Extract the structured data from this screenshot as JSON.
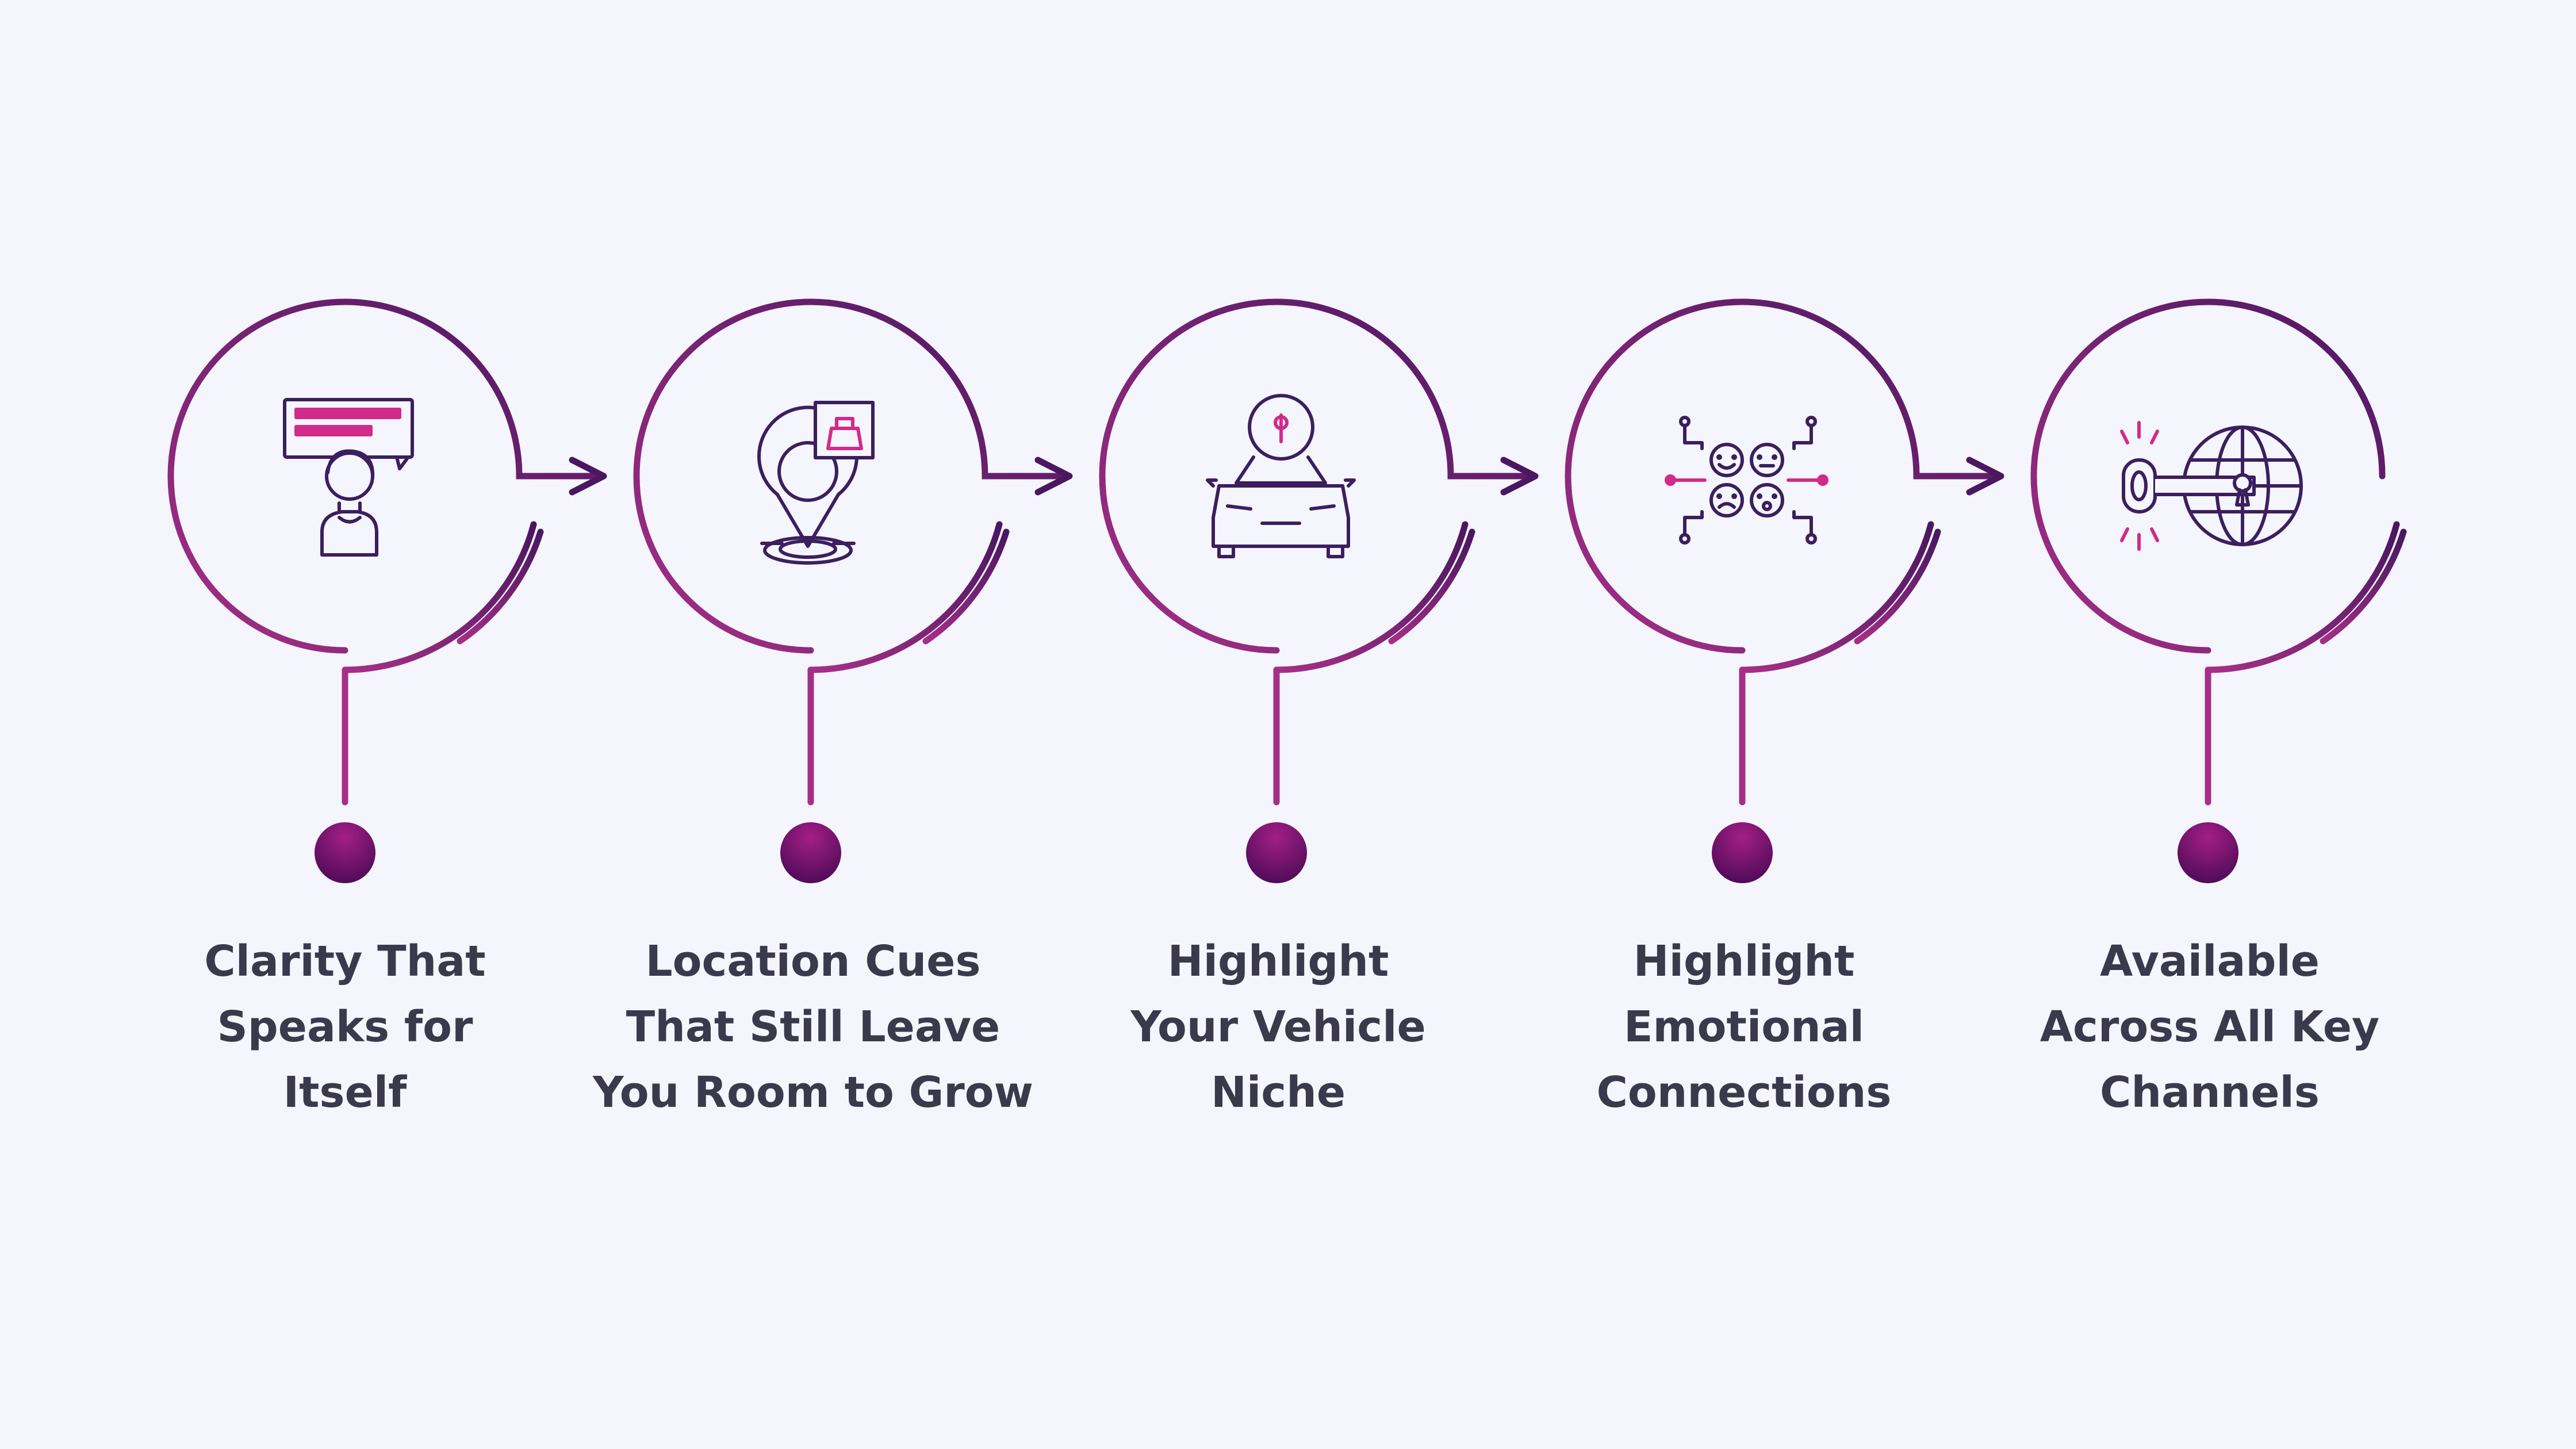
{
  "colors": {
    "background": "#f5f5fd",
    "gradient_dark": "#4a1760",
    "gradient_light": "#a52f86",
    "icon_stroke": "#3b1f5e",
    "icon_accent": "#d12b8a",
    "dot_light": "#a31f86",
    "dot_dark": "#4a0a55",
    "label_text": "#3a3a4c"
  },
  "steps": [
    {
      "icon": "person-speech-icon",
      "label_lines": [
        "Clarity That",
        "Speaks for",
        "Itself"
      ]
    },
    {
      "icon": "location-pin-icon",
      "label_lines": [
        "Location Cues",
        "That Still Leave",
        "You Room to Grow"
      ]
    },
    {
      "icon": "car-idea-icon",
      "label_lines": [
        "Highlight",
        "Your Vehicle",
        "Niche"
      ]
    },
    {
      "icon": "emotion-faces-icon",
      "label_lines": [
        "Highlight",
        "Emotional",
        "Connections"
      ]
    },
    {
      "icon": "key-globe-icon",
      "label_lines": [
        "Available",
        "Across All Key",
        "Channels"
      ]
    }
  ]
}
